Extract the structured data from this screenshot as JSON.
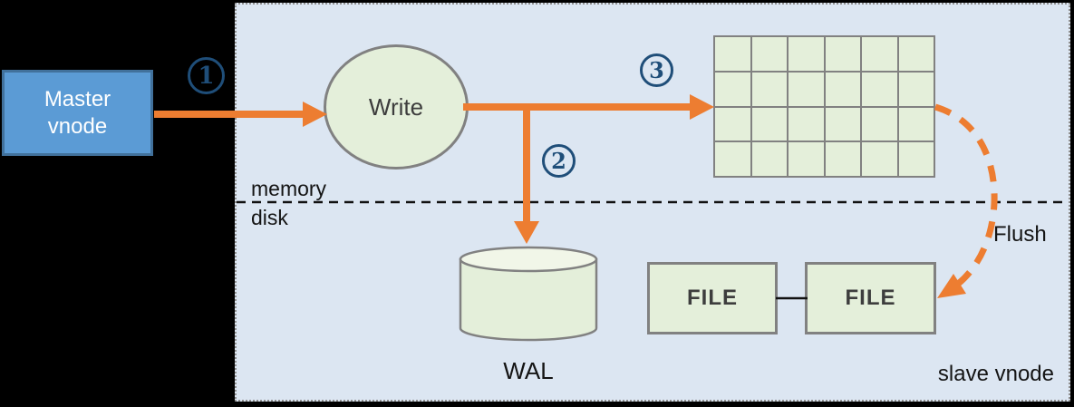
{
  "colors": {
    "background": "#000000",
    "panel_fill": "#dce6f2",
    "panel_border": "#8f8f8f",
    "orange": "#ed7d31",
    "shape_border": "#818181",
    "green_fill": "#e4efda",
    "green_fill_light": "#f1f6e8",
    "blue_fill": "#5b9bd5",
    "blue_border": "#41719c",
    "step_blue": "#1f4e79",
    "text_dark": "#3d3d3d",
    "text_black": "#141414"
  },
  "master_node": {
    "label_line1": "Master",
    "label_line2": "vnode"
  },
  "write_node": {
    "label": "Write"
  },
  "steps": [
    {
      "number": "1"
    },
    {
      "number": "2"
    },
    {
      "number": "3"
    }
  ],
  "memtable_grid": {
    "rows": 4,
    "columns": 6
  },
  "wal": {
    "label": "WAL"
  },
  "files": [
    {
      "label": "FILE"
    },
    {
      "label": "FILE"
    }
  ],
  "labels": {
    "memory": "memory",
    "disk": "disk",
    "flush": "Flush",
    "slave_vnode": "slave vnode"
  }
}
